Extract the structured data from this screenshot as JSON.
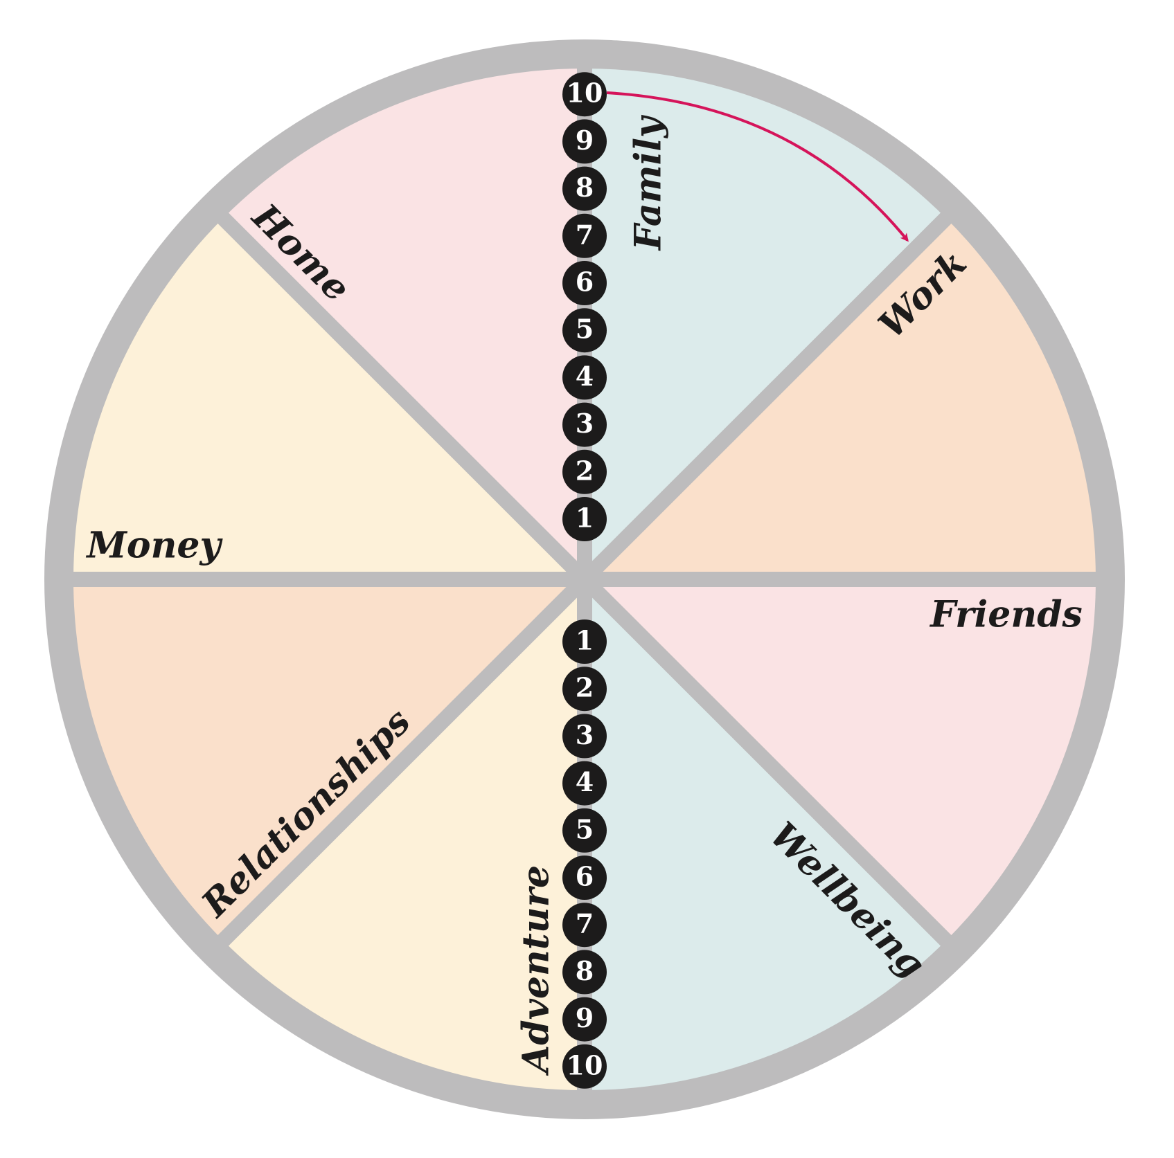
{
  "segments": [
    {
      "id": "family",
      "label": "Family",
      "color": "#dcebeb"
    },
    {
      "id": "work",
      "label": "Work",
      "color": "#fae0cb"
    },
    {
      "id": "friends",
      "label": "Friends",
      "color": "#fae3e4"
    },
    {
      "id": "wellbeing",
      "label": "Wellbeing",
      "color": "#dcebeb"
    },
    {
      "id": "adventure",
      "label": "Adventure",
      "color": "#fdf1d9"
    },
    {
      "id": "relationships",
      "label": "Relationships",
      "color": "#fae0cb"
    },
    {
      "id": "money",
      "label": "Money",
      "color": "#fdf1d9"
    },
    {
      "id": "home",
      "label": "Home",
      "color": "#fae3e4"
    }
  ],
  "scales": {
    "upper": [
      "1",
      "2",
      "3",
      "4",
      "5",
      "6",
      "7",
      "8",
      "9",
      "10"
    ],
    "lower": [
      "1",
      "2",
      "3",
      "4",
      "5",
      "6",
      "7",
      "8",
      "9",
      "10"
    ]
  },
  "colors": {
    "rim": "#bdbcbd",
    "divider": "#bdbcbd",
    "badge": "#1c1b1b",
    "badge_text": "#ffffff",
    "label": "#1c1b1b",
    "arrow": "#d5145a"
  },
  "arrow": {
    "from_segment": "family",
    "to_segment": "work",
    "start_value": "10"
  }
}
